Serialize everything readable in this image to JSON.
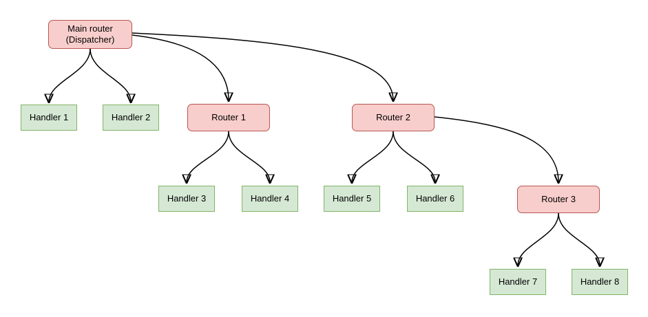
{
  "diagram": {
    "background": "#ffffff",
    "colors": {
      "router_fill": "#f8cecc",
      "router_border": "#b85450",
      "handler_fill": "#d5e8d4",
      "handler_border": "#82b366",
      "edge": "#000000"
    },
    "nodes": {
      "main": {
        "label": "Main router\n(Dispatcher)",
        "type": "router"
      },
      "router1": {
        "label": "Router 1",
        "type": "router"
      },
      "router2": {
        "label": "Router 2",
        "type": "router"
      },
      "router3": {
        "label": "Router 3",
        "type": "router"
      },
      "handler1": {
        "label": "Handler 1",
        "type": "handler"
      },
      "handler2": {
        "label": "Handler 2",
        "type": "handler"
      },
      "handler3": {
        "label": "Handler 3",
        "type": "handler"
      },
      "handler4": {
        "label": "Handler 4",
        "type": "handler"
      },
      "handler5": {
        "label": "Handler 5",
        "type": "handler"
      },
      "handler6": {
        "label": "Handler 6",
        "type": "handler"
      },
      "handler7": {
        "label": "Handler 7",
        "type": "handler"
      },
      "handler8": {
        "label": "Handler 8",
        "type": "handler"
      }
    },
    "edges": [
      {
        "from": "main",
        "to": "handler1"
      },
      {
        "from": "main",
        "to": "handler2"
      },
      {
        "from": "main",
        "to": "router1"
      },
      {
        "from": "main",
        "to": "router2"
      },
      {
        "from": "router1",
        "to": "handler3"
      },
      {
        "from": "router1",
        "to": "handler4"
      },
      {
        "from": "router2",
        "to": "handler5"
      },
      {
        "from": "router2",
        "to": "handler6"
      },
      {
        "from": "router2",
        "to": "router3"
      },
      {
        "from": "router3",
        "to": "handler7"
      },
      {
        "from": "router3",
        "to": "handler8"
      }
    ]
  }
}
